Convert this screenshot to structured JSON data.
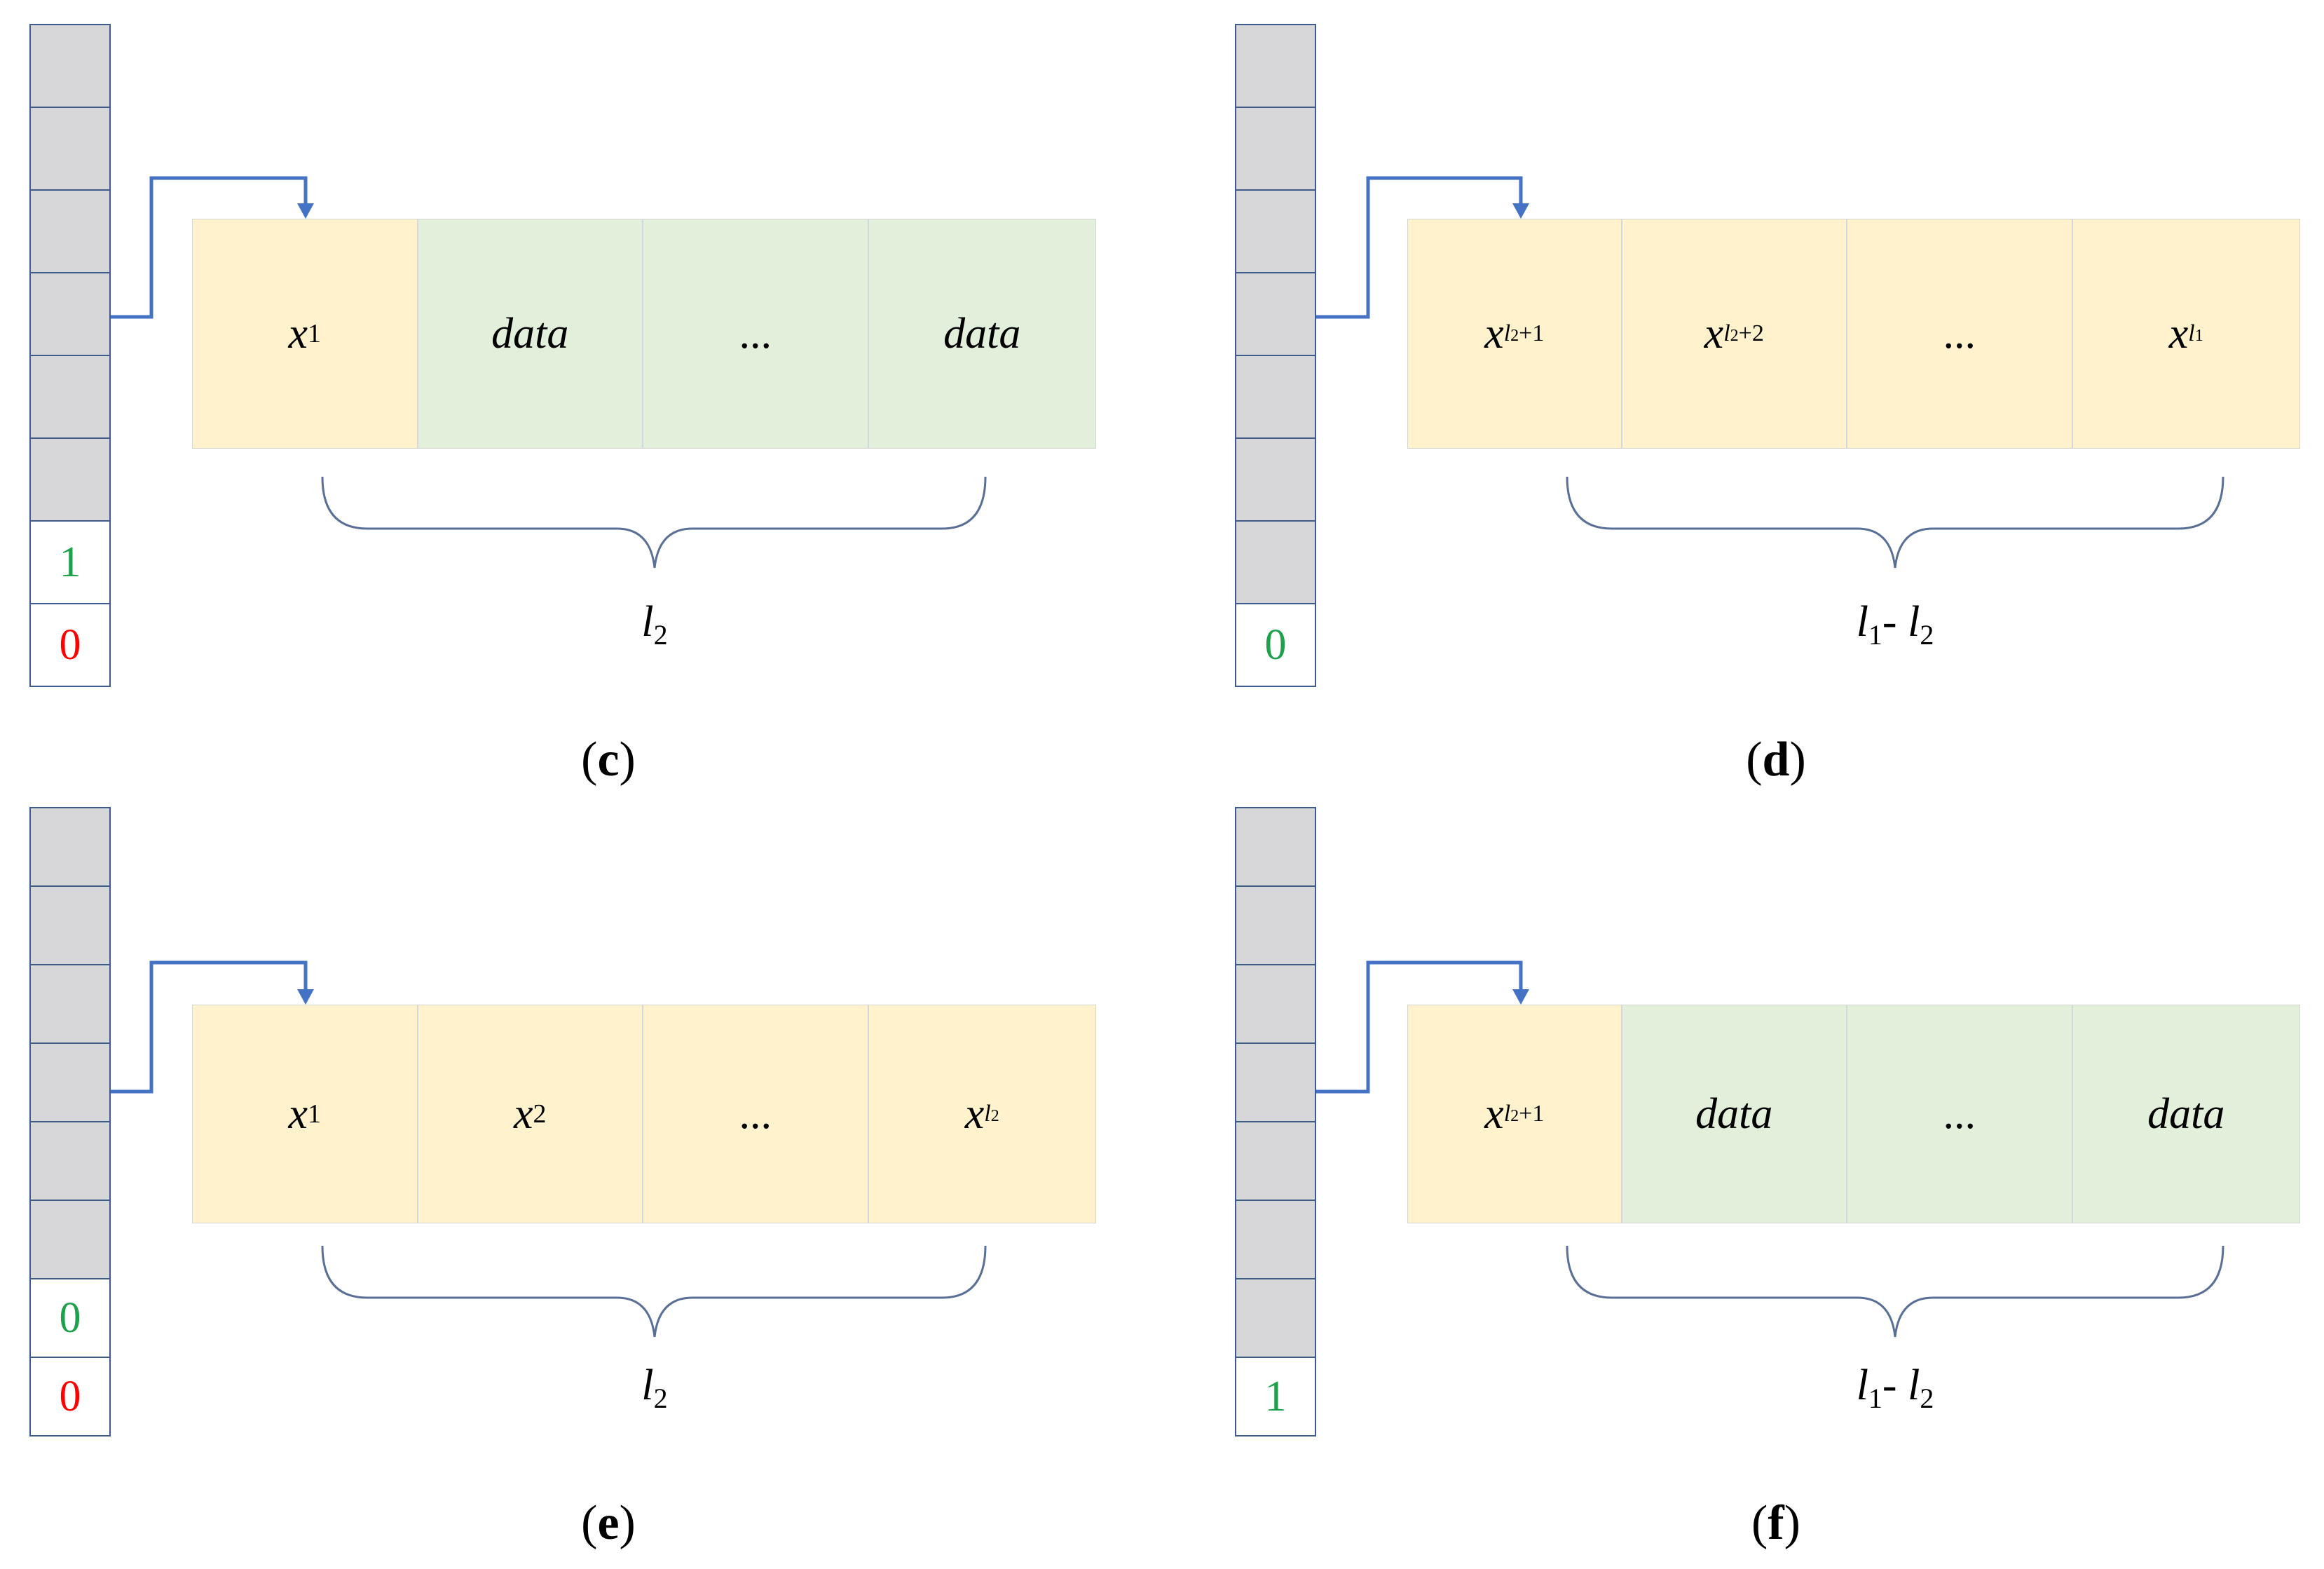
{
  "panels": {
    "c": {
      "label_open": "(",
      "label_letter": "c",
      "label_close": ")",
      "flags": [
        {
          "value": "1",
          "color": "green"
        },
        {
          "value": "0",
          "color": "red"
        }
      ],
      "cells": [
        {
          "var": "x",
          "sub": "1",
          "fill": "yellow"
        },
        {
          "text": "data",
          "fill": "green"
        },
        {
          "text": "...",
          "fill": "green"
        },
        {
          "text": "data",
          "fill": "green"
        }
      ],
      "brace": {
        "a": "l",
        "a_sub": "2"
      }
    },
    "d": {
      "label_open": "(",
      "label_letter": "d",
      "label_close": ")",
      "flags": [
        {
          "value": "0",
          "color": "green"
        }
      ],
      "cells": [
        {
          "var": "x",
          "sub_var": "l",
          "sub_var_sub": "2",
          "sub_rest": "+1",
          "fill": "yellow"
        },
        {
          "var": "x",
          "sub_var": "l",
          "sub_var_sub": "2",
          "sub_rest": "+2",
          "fill": "yellow"
        },
        {
          "text": "...",
          "fill": "yellow"
        },
        {
          "var": "x",
          "sub_var": "l",
          "sub_var_sub": "1",
          "sub_rest": "",
          "fill": "yellow"
        }
      ],
      "brace": {
        "a": "l",
        "a_sub": "1",
        "op": "- ",
        "b": "l",
        "b_sub": "2"
      }
    },
    "e": {
      "label_open": "(",
      "label_letter": "e",
      "label_close": ")",
      "flags": [
        {
          "value": "0",
          "color": "green"
        },
        {
          "value": "0",
          "color": "red"
        }
      ],
      "cells": [
        {
          "var": "x",
          "sub": "1",
          "fill": "yellow"
        },
        {
          "var": "x",
          "sub": "2",
          "fill": "yellow"
        },
        {
          "text": "...",
          "fill": "yellow"
        },
        {
          "var": "x",
          "sub_var": "l",
          "sub_var_sub": "2",
          "sub_rest": "",
          "fill": "yellow"
        }
      ],
      "brace": {
        "a": "l",
        "a_sub": "2"
      }
    },
    "f": {
      "label_open": "(",
      "label_letter": "f",
      "label_close": ")",
      "flags": [
        {
          "value": "1",
          "color": "green"
        }
      ],
      "cells": [
        {
          "var": "x",
          "sub_var": "l",
          "sub_var_sub": "2",
          "sub_rest": "+1",
          "fill": "yellow"
        },
        {
          "text": "data",
          "fill": "green"
        },
        {
          "text": "...",
          "fill": "green"
        },
        {
          "text": "data",
          "fill": "green"
        }
      ],
      "brace": {
        "a": "l",
        "a_sub": "1",
        "op": "- ",
        "b": "l",
        "b_sub": "2"
      }
    }
  },
  "colors": {
    "stack_fill": "#d7d7da",
    "stack_border": "#3f5a8c",
    "pointer_arrow": "#4472c4",
    "cell_yellow": "#fff2cc",
    "cell_green": "#e2efda",
    "brace": "#5a6f96",
    "flag_green": "#1ea04c",
    "flag_red": "#ff0000"
  }
}
